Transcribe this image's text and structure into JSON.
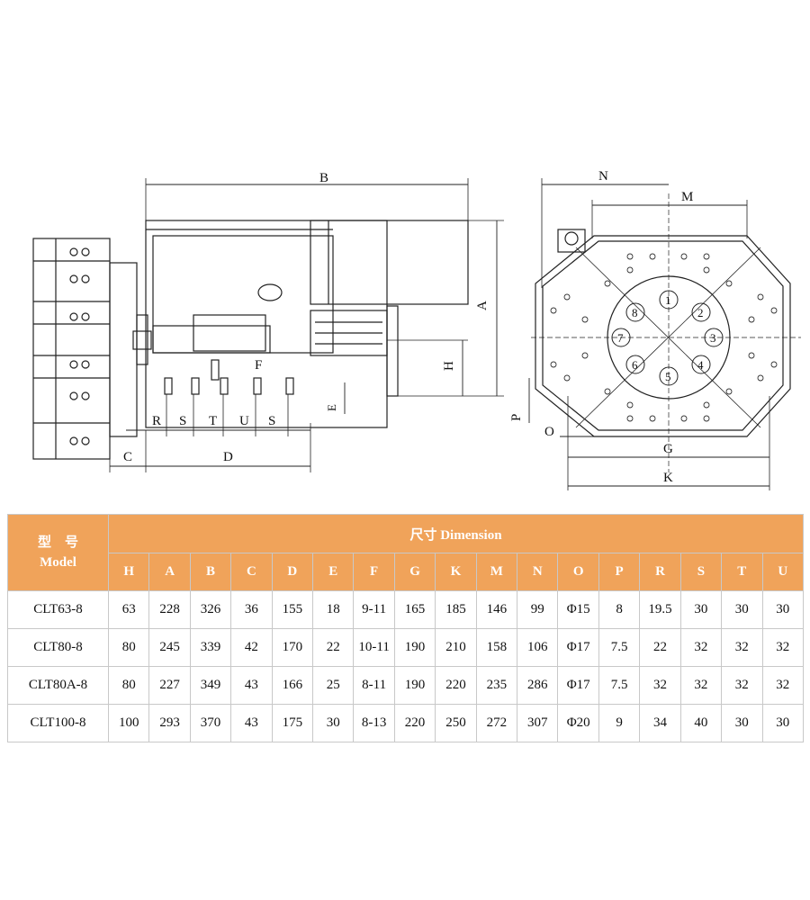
{
  "drawing": {
    "side_labels": {
      "B": "B",
      "A": "A",
      "H": "H",
      "F": "F",
      "E": "E",
      "R": "R",
      "S1": "S",
      "T": "T",
      "U": "U",
      "S2": "S",
      "C": "C",
      "D": "D"
    },
    "front_labels": {
      "N": "N",
      "M": "M",
      "P": "P",
      "O": "O",
      "G": "G",
      "K": "K"
    },
    "station_numbers": [
      "1",
      "2",
      "3",
      "4",
      "5",
      "6",
      "7",
      "8"
    ]
  },
  "table": {
    "model_header_cn": "型　号",
    "model_header_en": "Model",
    "dimension_header_cn": "尺寸",
    "dimension_header_en": "Dimension",
    "columns": [
      "H",
      "A",
      "B",
      "C",
      "D",
      "E",
      "F",
      "G",
      "K",
      "M",
      "N",
      "O",
      "P",
      "R",
      "S",
      "T",
      "U"
    ],
    "rows": [
      {
        "model": "CLT63-8",
        "values": [
          "63",
          "228",
          "326",
          "36",
          "155",
          "18",
          "9-11",
          "165",
          "185",
          "146",
          "99",
          "Φ15",
          "8",
          "19.5",
          "30",
          "30",
          "30"
        ]
      },
      {
        "model": "CLT80-8",
        "values": [
          "80",
          "245",
          "339",
          "42",
          "170",
          "22",
          "10-11",
          "190",
          "210",
          "158",
          "106",
          "Φ17",
          "7.5",
          "22",
          "32",
          "32",
          "32"
        ]
      },
      {
        "model": "CLT80A-8",
        "values": [
          "80",
          "227",
          "349",
          "43",
          "166",
          "25",
          "8-11",
          "190",
          "220",
          "235",
          "286",
          "Φ17",
          "7.5",
          "32",
          "32",
          "32",
          "32"
        ]
      },
      {
        "model": "CLT100-8",
        "values": [
          "100",
          "293",
          "370",
          "43",
          "175",
          "30",
          "8-13",
          "220",
          "250",
          "272",
          "307",
          "Φ20",
          "9",
          "34",
          "40",
          "30",
          "30"
        ]
      }
    ]
  }
}
